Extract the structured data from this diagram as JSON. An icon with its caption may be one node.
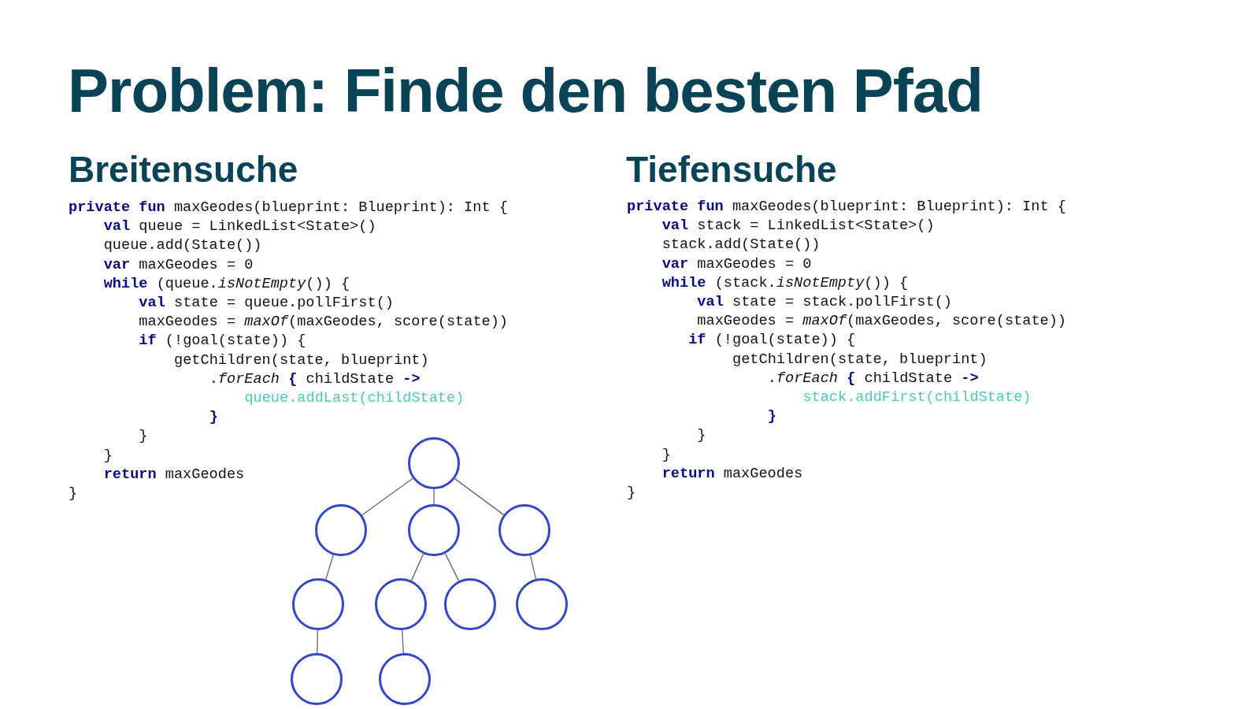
{
  "diagram": {
    "title": "Problem: Finde den besten Pfad",
    "nodes": [
      {
        "text": [],
        "shape": "circle"
      },
      {
        "text": [],
        "shape": "circle"
      },
      {
        "text": [],
        "shape": "circle"
      },
      {
        "text": [],
        "shape": "circle"
      },
      {
        "text": [],
        "shape": "circle"
      },
      {
        "text": [],
        "shape": "circle"
      },
      {
        "text": [],
        "shape": "circle"
      },
      {
        "text": [],
        "shape": "circle"
      },
      {
        "text": [],
        "shape": "circle"
      },
      {
        "text": [],
        "shape": "circle"
      }
    ],
    "edges": [
      {
        "from": 0,
        "to": 1,
        "arrow": "none"
      },
      {
        "from": 0,
        "to": 2,
        "arrow": "none"
      },
      {
        "from": 0,
        "to": 3,
        "arrow": "none"
      },
      {
        "from": 1,
        "to": 4,
        "arrow": "none"
      },
      {
        "from": 2,
        "to": 5,
        "arrow": "none"
      },
      {
        "from": 2,
        "to": 6,
        "arrow": "none"
      },
      {
        "from": 3,
        "to": 7,
        "arrow": "none"
      },
      {
        "from": 4,
        "to": 8,
        "arrow": "none"
      },
      {
        "from": 5,
        "to": 9,
        "arrow": "none"
      }
    ],
    "labels": [
      "Breitensuche",
      "**private fun** maxGeodes(blueprint: Blueprint): Int {",
      "**val** queue = LinkedList<State>()",
      "queue.add(State())",
      "**var** maxGeodes = 0",
      "**while** (queue.*isNotEmpty*()) {",
      "**val** state = queue.pollFirst()",
      "maxGeodes = *maxOf*(maxGeodes, score(state))",
      "**if** (!goal(state)) {",
      "getChildren(state, blueprint)",
      ".*forEach* **{** childState **->**",
      "queue.addLast(childState)",
      "**}**",
      "}",
      "}",
      "**return** maxGeodes",
      "}",
      "Tiefensuche",
      "**private fun** maxGeodes(blueprint: Blueprint): Int {",
      "**val** stack = LinkedList<State>()",
      "stack.add(State())",
      "**var** maxGeodes = 0",
      "**while** (stack.*isNotEmpty*()) {",
      "**val** state = stack.pollFirst()",
      "maxGeodes = *maxOf*(maxGeodes, score(state))",
      "**if** (!goal(state)) {",
      "getChildren(state, blueprint)",
      ".*forEach* **{** childState **->**",
      "stack.addFirst(childState)",
      "**}**",
      "}",
      "}",
      "**return** maxGeodes",
      "}"
    ]
  }
}
